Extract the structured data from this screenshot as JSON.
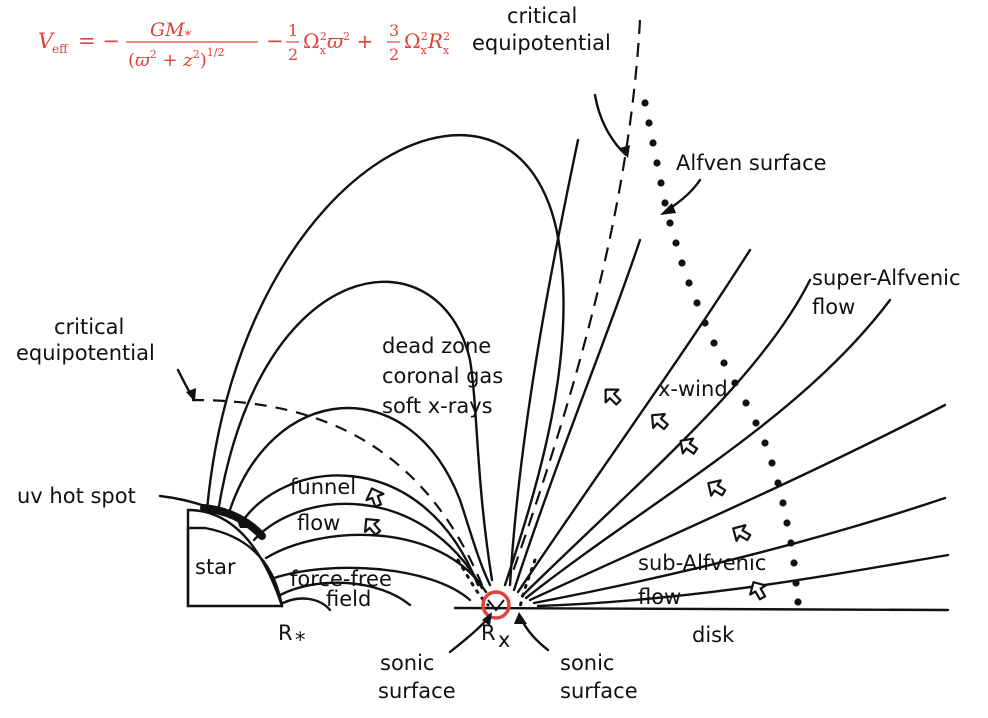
{
  "equation": {
    "lhs": "V",
    "lhs_sub": "eff",
    "text": "V_eff = − GM_* / (ϖ² + z²)^{1/2} − ½ Ω_x² ϖ² + 3/2 Ω_x² R_x²",
    "color": "#e0413a"
  },
  "labels": {
    "critical_top_1": "critical",
    "critical_top_2": "equipotential",
    "alfven_surface": "Alfven surface",
    "super_alfvenic_1": "super-Alfvenic",
    "super_alfvenic_2": "flow",
    "critical_left_1": "critical",
    "critical_left_2": "equipotential",
    "dead_zone_1": "dead zone",
    "dead_zone_2": "coronal gas",
    "dead_zone_3": "soft x-rays",
    "x_wind": "x-wind",
    "uv_hot_spot": "uv hot spot",
    "funnel": "funnel",
    "flow": "flow",
    "star": "star",
    "force_free_1": "force-free",
    "force_free_2": "field",
    "r_star": "R",
    "r_star_sub": "*",
    "r_x": "R",
    "r_x_sub": "x",
    "sub_alfvenic_1": "sub-Alfvenic",
    "sub_alfvenic_2": "flow",
    "disk": "disk",
    "sonic_left_1": "sonic",
    "sonic_left_2": "surface",
    "sonic_right_1": "sonic",
    "sonic_right_2": "surface"
  },
  "colors": {
    "ink": "#111111",
    "highlight": "#e0413a"
  },
  "icons": [
    "flow-arrow-icon",
    "x-point-circle-icon"
  ]
}
